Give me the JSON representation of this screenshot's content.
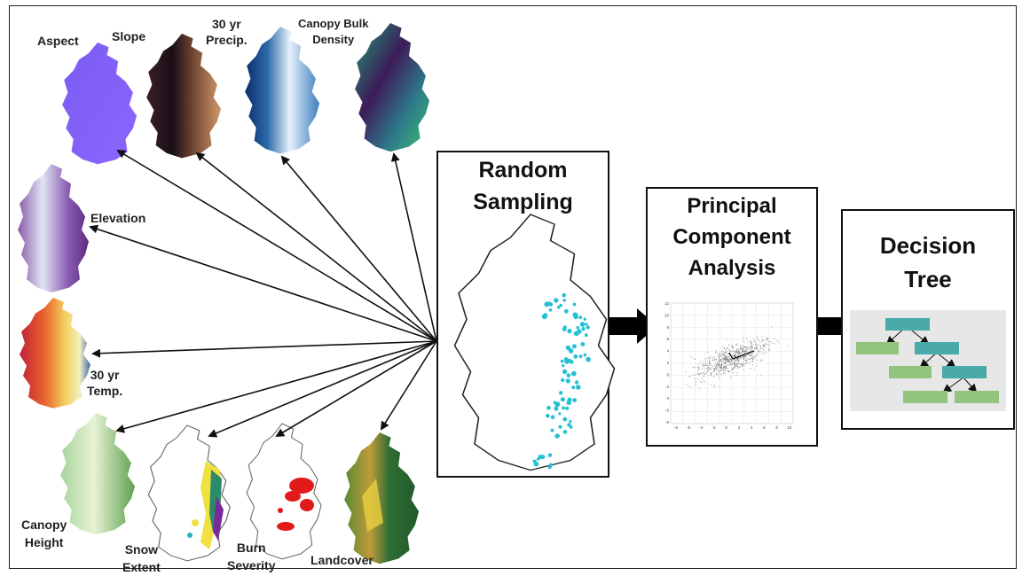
{
  "maps": {
    "aspect": "Aspect",
    "slope": "Slope",
    "precip": "30 yr\nPrecip.",
    "canopy_bulk": "Canopy Bulk\nDensity",
    "elevation": "Elevation",
    "temp": "30 yr\nTemp.",
    "canopy_height": "Canopy\nHeight",
    "snow": "Snow\nExtent",
    "burn": "Burn\nSeverity",
    "landcover": "Landcover"
  },
  "steps": {
    "sampling": "Random\nSampling",
    "pca": "Principal\nComponent\nAnalysis",
    "tree": "Decision\nTree"
  },
  "pca_axis": {
    "y_ticks": [
      "12",
      "10",
      "8",
      "6",
      "4",
      "2",
      "0",
      "-2",
      "-4",
      "-6",
      "-8"
    ],
    "x_ticks": [
      "-8",
      "-6",
      "-4",
      "-2",
      "0",
      "2",
      "4",
      "6",
      "8",
      "10"
    ]
  },
  "colors": {
    "sample_points": "#26c0d3",
    "tree_node_teal": "#4aa9a9",
    "tree_leaf_green": "#93c47d"
  }
}
